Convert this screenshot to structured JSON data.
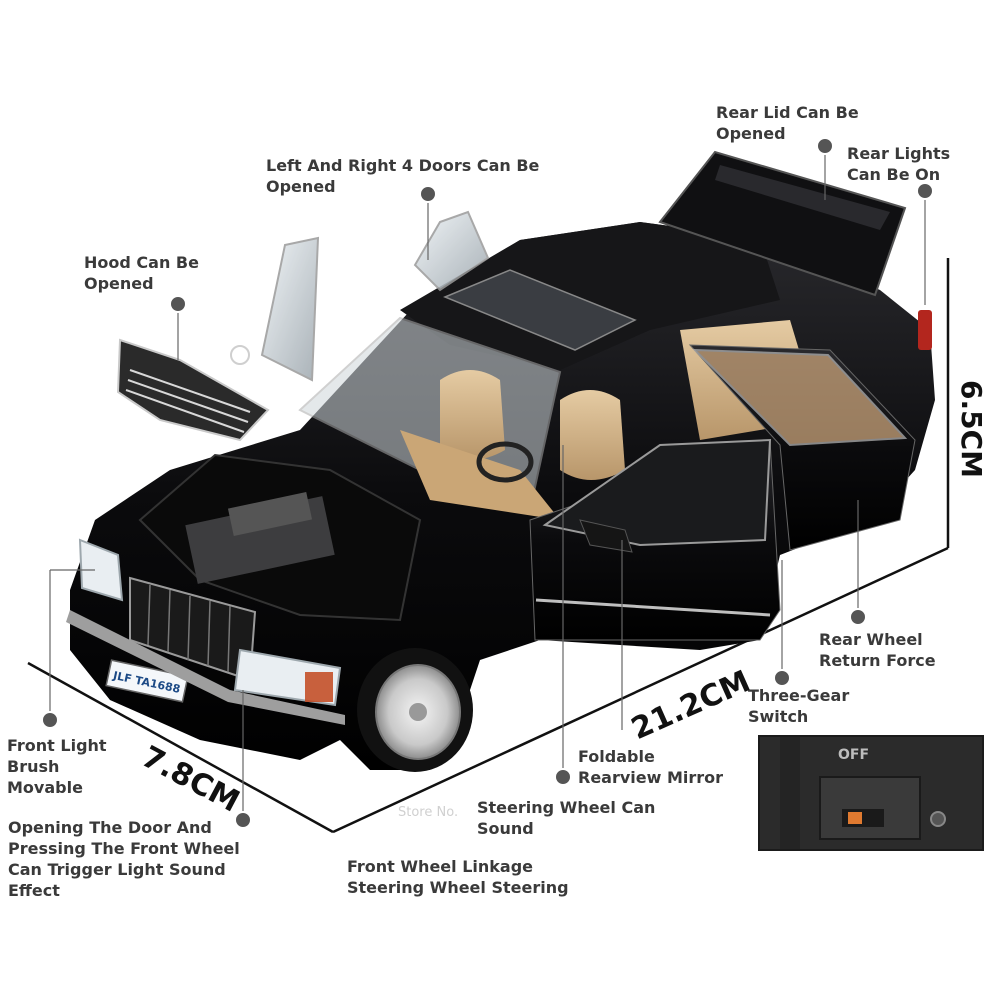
{
  "labels": {
    "rear_lid": "Rear Lid Can Be\nOpened",
    "rear_lights": "Rear Lights\nCan Be On",
    "four_doors": "Left And Right 4 Doors Can Be\nOpened",
    "hood": "Hood Can Be\nOpened",
    "rear_wheel": "Rear Wheel\nReturn Force",
    "three_gear": "Three-Gear\nSwitch",
    "front_light": "Front Light\nBrush\nMovable",
    "mirror": "Foldable\nRearview Mirror",
    "steering_sound": "Steering Wheel Can\nSound",
    "door_sound": "Opening The Door And\nPressing The Front Wheel\nCan Trigger Light Sound\nEffect",
    "front_wheel": "Front Wheel Linkage\nSteering Wheel Steering"
  },
  "dimensions": {
    "height": "6.5CM",
    "length": "21.2CM",
    "width": "7.8CM"
  },
  "plate": "JLF TA1688",
  "switch_text": "OFF",
  "watermark": "Store No.",
  "colors": {
    "car_body": "#0c0c0e",
    "interior": "#d8b98c",
    "label_text": "#3a3a3a",
    "dot": "#555555"
  }
}
